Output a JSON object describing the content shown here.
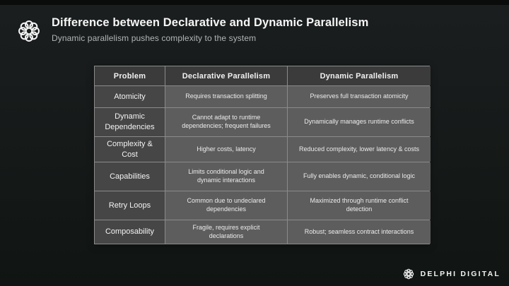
{
  "slide": {
    "title": "Difference between Declarative and Dynamic Parallelism",
    "subtitle": "Dynamic parallelism pushes complexity to the system"
  },
  "table": {
    "headers": [
      "Problem",
      "Declarative Parallelism",
      "Dynamic Parallelism"
    ],
    "rows": [
      {
        "problem": "Atomicity",
        "declarative": "Requires transaction splitting",
        "dynamic": "Preserves full transaction atomicity"
      },
      {
        "problem": "Dynamic Dependencies",
        "declarative": "Cannot adapt to runtime dependencies; frequent failures",
        "dynamic": "Dynamically manages runtime conflicts"
      },
      {
        "problem": "Complexity & Cost",
        "declarative": "Higher costs, latency",
        "dynamic": "Reduced complexity, lower latency & costs"
      },
      {
        "problem": "Capabilities",
        "declarative": "Limits conditional logic and dynamic interactions",
        "dynamic": "Fully enables dynamic, conditional logic"
      },
      {
        "problem": "Retry Loops",
        "declarative": "Common due to undeclared dependencies",
        "dynamic": "Maximized through runtime conflict detection"
      },
      {
        "problem": "Composability",
        "declarative": "Fragile, requires explicit declarations",
        "dynamic": "Robust; seamless contract interactions"
      }
    ]
  },
  "footer": {
    "brand": "DELPHI DIGITAL"
  },
  "icons": {
    "logo": "delphi-loops-logo"
  },
  "colors": {
    "slide_bg_top": "#1b1e1f",
    "slide_bg_bottom": "#101513",
    "header_cell_bg": "#3b3b3c",
    "row_header_bg": "#464646",
    "data_cell_bg": "#5d5d5d",
    "grid_line": "#8b8b8b",
    "title_text": "#f6f6f6",
    "subtitle_text": "#b2b5b5"
  }
}
